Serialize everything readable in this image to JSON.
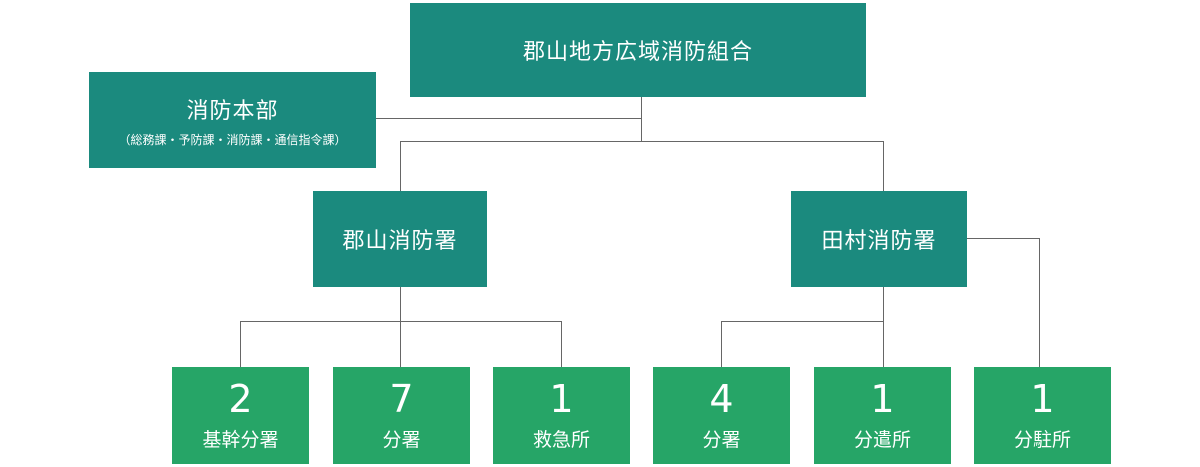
{
  "root": {
    "label": "郡山地方広域消防組合"
  },
  "hq": {
    "label": "消防本部",
    "sub": "（総務課・予防課・消防課・通信指令課）"
  },
  "stations": [
    {
      "label": "郡山消防署",
      "units": [
        {
          "count": "2",
          "label": "基幹分署"
        },
        {
          "count": "7",
          "label": "分署"
        },
        {
          "count": "1",
          "label": "救急所"
        }
      ]
    },
    {
      "label": "田村消防署",
      "units": [
        {
          "count": "4",
          "label": "分署"
        },
        {
          "count": "1",
          "label": "分遣所"
        },
        {
          "count": "1",
          "label": "分駐所"
        }
      ]
    }
  ],
  "colors": {
    "teal": "#1b8a7e",
    "green": "#26a567",
    "line": "#666666"
  }
}
